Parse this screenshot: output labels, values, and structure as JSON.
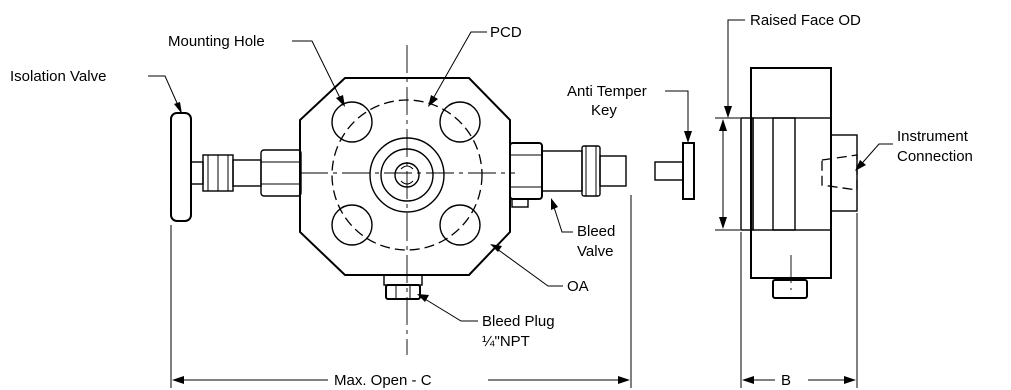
{
  "labels": {
    "isolation_valve": "Isolation Valve",
    "mounting_hole": "Mounting Hole",
    "pcd": "PCD",
    "anti_temper_key_line1": "Anti Temper",
    "anti_temper_key_line2": "Key",
    "raised_face_od": "Raised Face OD",
    "instrument_connection_line1": "Instrument",
    "instrument_connection_line2": "Connection",
    "bleed_valve_line1": "Bleed",
    "bleed_valve_line2": "Valve",
    "oa": "OA",
    "bleed_plug_line1": "Bleed Plug",
    "bleed_plug_line2": "¼\"NPT",
    "max_open": "Max. Open - C",
    "b": "B"
  }
}
